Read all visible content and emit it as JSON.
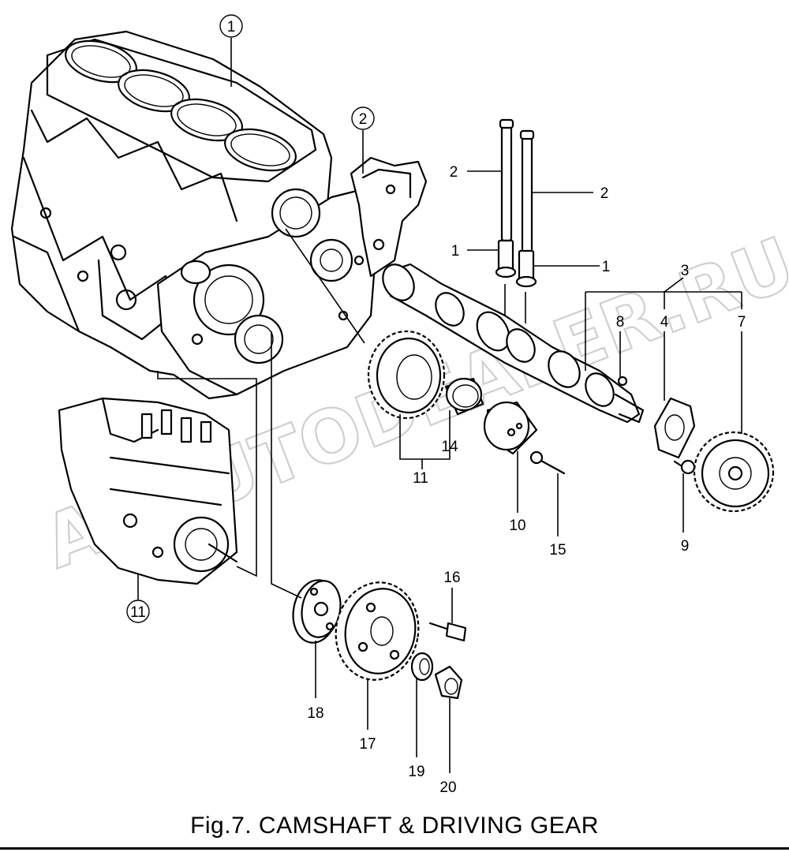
{
  "caption": "Fig.7.  CAMSHAFT & DRIVING GEAR",
  "watermark": "ACAUTODEALER.RU",
  "callouts": {
    "c1": "1",
    "c2": "2",
    "c11": "11",
    "p2a": "2",
    "p2b": "2",
    "p1a": "1",
    "p1b": "1",
    "p3": "3",
    "p4": "4",
    "p7": "7",
    "p8": "8",
    "p9": "9",
    "p10": "10",
    "p11": "11",
    "p14": "14",
    "p15": "15",
    "p16": "16",
    "p17": "17",
    "p18": "18",
    "p19": "19",
    "p20": "20"
  }
}
